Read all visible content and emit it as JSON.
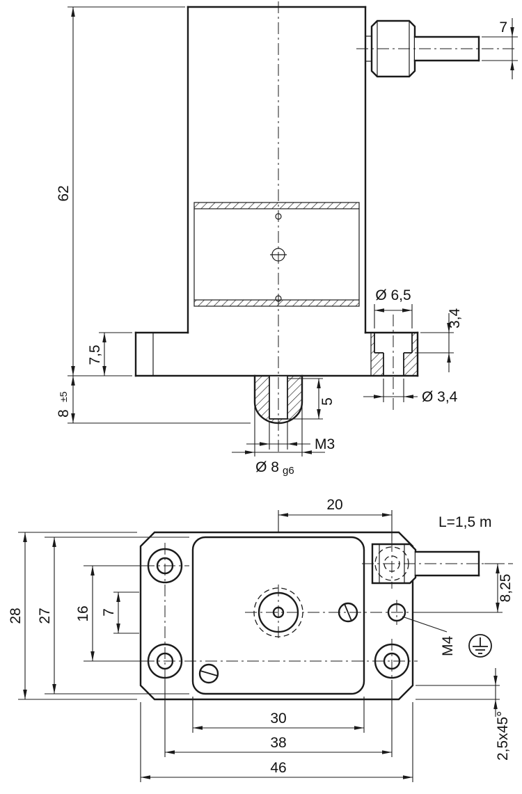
{
  "drawing": {
    "colors": {
      "ink": "#1a1a1a",
      "paper": "#ffffff"
    },
    "front": {
      "cable_od": "7",
      "overall_height": "62",
      "flange_thickness": "7,5",
      "shaft_length": "8",
      "shaft_length_tol": "±5",
      "counterbore_dia": "Ø 6,5",
      "counterbore_depth": "3,4",
      "through_hole_dia": "Ø 3,4",
      "thread_depth": "5",
      "thread_size": "M3",
      "shaft_dia": "Ø 8",
      "shaft_fit": "g6"
    },
    "plan": {
      "connector_offset": "20",
      "cable_length": "L=1,5 m",
      "hole_offset": "8,25",
      "earth_thread": "M4",
      "overall_depth": "28",
      "body_depth": "27",
      "hole_pitch_vertical": "16",
      "center_offset": "7",
      "body_width": "30",
      "hole_pitch_horizontal": "38",
      "overall_width": "46",
      "corner_chamfer": "2,5x45°"
    }
  }
}
